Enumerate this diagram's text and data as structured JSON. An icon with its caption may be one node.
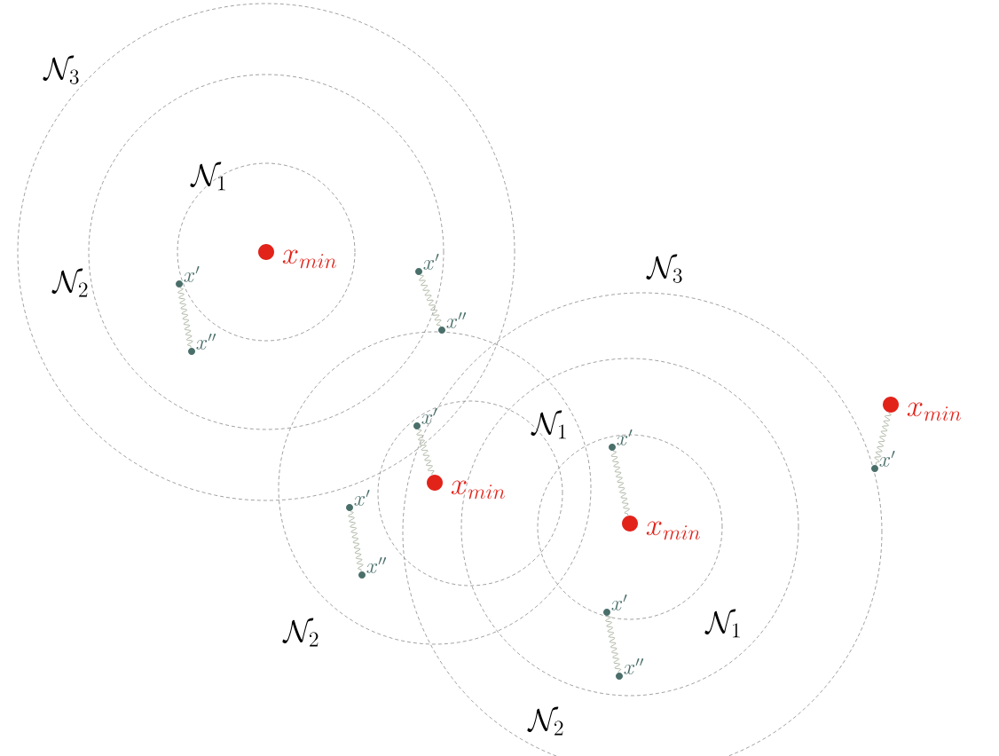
{
  "diagram": {
    "nodes": [
      {
        "text": [
          "x_{min}"
        ]
      },
      {
        "text": [
          "x'"
        ]
      },
      {
        "text": [
          "x'"
        ]
      },
      {
        "text": [
          "x''"
        ]
      },
      {
        "text": [
          "x''"
        ]
      },
      {
        "text": [
          "x_{min}"
        ]
      },
      {
        "text": [
          "x'"
        ]
      },
      {
        "text": [
          "x'"
        ]
      },
      {
        "text": [
          "x'"
        ]
      },
      {
        "text": [
          "x_{min}"
        ]
      },
      {
        "text": [
          "x'"
        ]
      },
      {
        "text": [
          "x_{min}"
        ]
      },
      {
        "text": [
          "x''"
        ]
      },
      {
        "text": [
          "x'"
        ]
      },
      {
        "text": [
          "x''"
        ]
      }
    ],
    "edges": [
      {
        "from": 1,
        "to": 4,
        "arrow": "none"
      },
      {
        "from": 2,
        "to": 3,
        "arrow": "none"
      },
      {
        "from": 6,
        "to": 9,
        "arrow": "none"
      },
      {
        "from": 10,
        "to": 12,
        "arrow": "none"
      },
      {
        "from": 7,
        "to": 11,
        "arrow": "none"
      },
      {
        "from": 13,
        "to": 14,
        "arrow": "none"
      },
      {
        "from": 5,
        "to": 8,
        "arrow": "none"
      }
    ],
    "labels": [
      "\\mathcal{N}_3",
      "\\mathcal{N}_1",
      "\\mathcal{N}_2",
      "\\mathcal{N}_3",
      "\\mathcal{N}_1",
      "\\mathcal{N}_1",
      "\\mathcal{N}_2",
      "\\mathcal{N}_2"
    ]
  }
}
